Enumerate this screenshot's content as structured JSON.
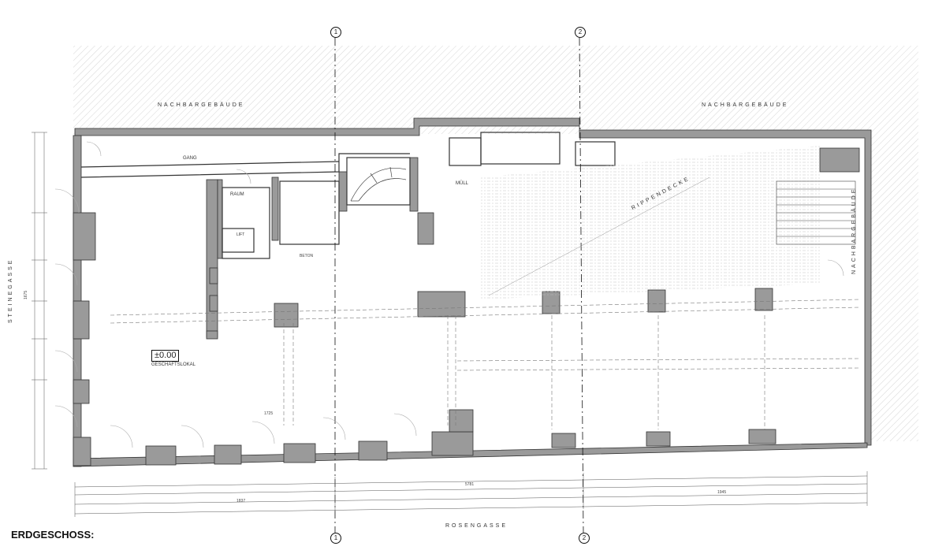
{
  "drawing": {
    "title": "ERDGESCHOSS:",
    "axes": [
      "1",
      "2"
    ],
    "neighbours": {
      "top_left": "NACHBARGEBÄUDE",
      "top_right": "NACHBARGEBÄUDE",
      "right": "NACHBARGEBÄUDE"
    },
    "streets": {
      "left": "STEINEGASSE",
      "bottom": "ROSENGASSE"
    },
    "annotations": {
      "ribbed_ceiling": "RIPPENDECKE",
      "level_main": "±0.00",
      "shop_label": "GESCHÄFTSLOKAL",
      "room_gang": "GANG",
      "room_raum": "RAUM",
      "room_lift": "LIFT",
      "room_muell": "MÜLL",
      "room_beton": "BETON"
    },
    "dimensions": {
      "bottom_overall": "5781",
      "bottom_1": "1837",
      "bottom_2": "1945",
      "bottom_3": "1725",
      "left_total": "1675"
    }
  }
}
